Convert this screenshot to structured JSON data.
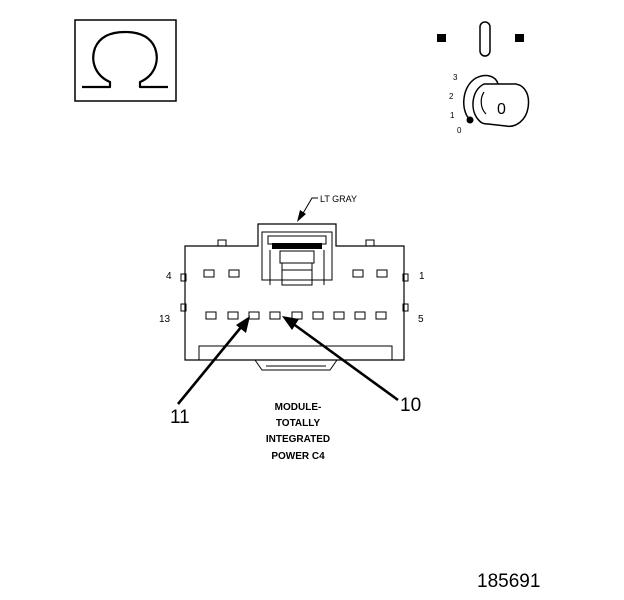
{
  "ohmmeter": {
    "symbol": "Ω",
    "icon": "ohmmeter-omega-icon"
  },
  "ignition": {
    "icon": "ignition-key-icon",
    "positions": [
      "3",
      "2",
      "1",
      "0"
    ],
    "key_label": "0"
  },
  "connector": {
    "color_label": "LT GRAY",
    "top_row": {
      "left_pin": "4",
      "right_pin": "1"
    },
    "bottom_row": {
      "left_pin": "13",
      "right_pin": "5"
    },
    "probe_pins": [
      "11",
      "10"
    ],
    "module_label": [
      "MODULE-",
      "TOTALLY",
      "INTEGRATED",
      "POWER C4"
    ]
  },
  "figure_number": "185691"
}
